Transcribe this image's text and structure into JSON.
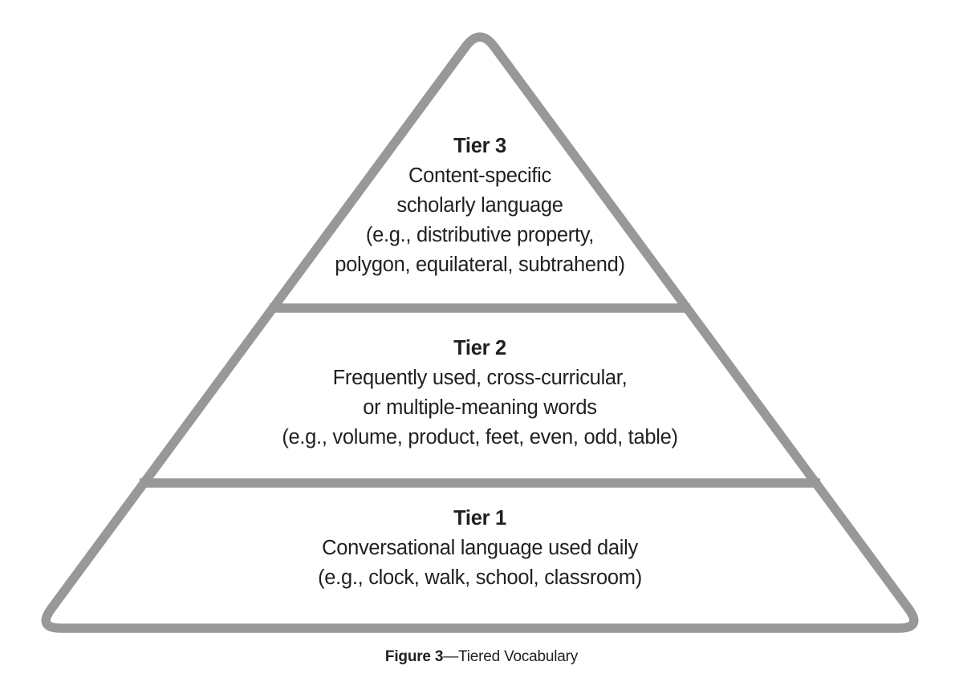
{
  "figure": {
    "caption_label": "Figure 3",
    "caption_text": "—Tiered Vocabulary"
  },
  "colors": {
    "outline_gray": "#97989A",
    "text_black": "#231F20",
    "background": "#FFFFFF"
  },
  "pyramid": {
    "tiers": [
      {
        "name": "Tier 3",
        "position": "top",
        "lines": [
          "Content-specific",
          "scholarly language",
          "(e.g., distributive property,",
          "polygon, equilateral, subtrahend)"
        ]
      },
      {
        "name": "Tier 2",
        "position": "middle",
        "lines": [
          "Frequently used, cross-curricular,",
          "or multiple-meaning words",
          "(e.g., volume, product, feet, even, odd, table)"
        ]
      },
      {
        "name": "Tier 1",
        "position": "bottom",
        "lines": [
          "Conversational language used daily",
          "(e.g., clock, walk, school, classroom)"
        ]
      }
    ]
  }
}
